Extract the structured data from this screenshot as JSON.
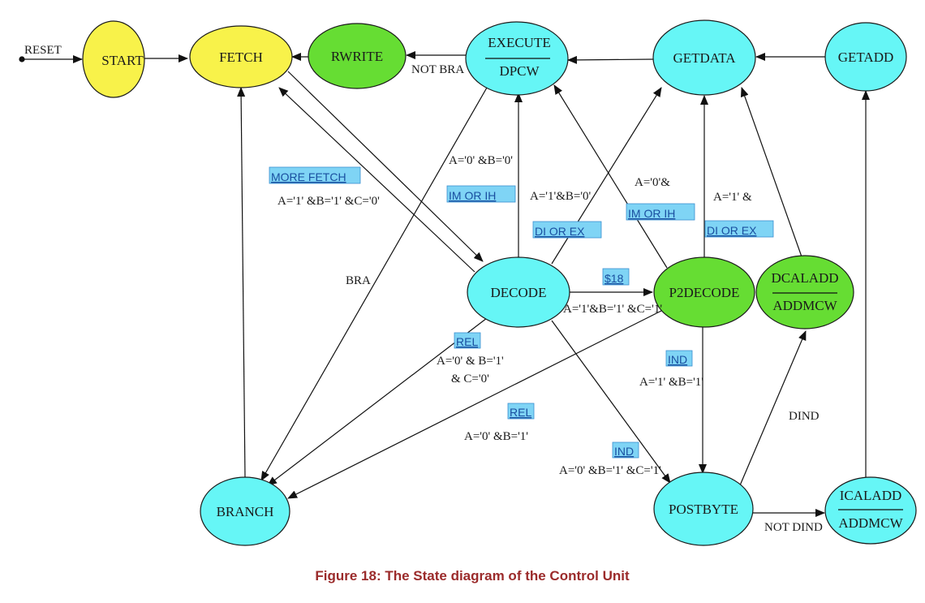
{
  "colors": {
    "start": "#f8f24a",
    "fetch": "#f8f24a",
    "cyan": "#66f6f6",
    "green": "#66dd33",
    "tag_fill": "#7fd4f5",
    "caption": "#9b2b2b"
  },
  "nodes": {
    "start": "START",
    "fetch": "FETCH",
    "rwrite": "RWRITE",
    "execute_top": "EXECUTE",
    "execute_bottom": "DPCW",
    "getdata": "GETDATA",
    "getadd": "GETADD",
    "decode": "DECODE",
    "p2decode": "P2DECODE",
    "dcaladd_top": "DCALADD",
    "dcaladd_bottom": "ADDMCW",
    "branch": "BRANCH",
    "postbyte": "POSTBYTE",
    "icaladd_top": "ICALADD",
    "icaladd_bottom": "ADDMCW"
  },
  "edge_labels": {
    "reset": "RESET",
    "not_bra": "NOT BRA",
    "a0_b0": "A='0' &B='0'",
    "a1_b1_c0": "A='1' &B='1' &C='0'",
    "a1_b0": "A='1'&B='0'",
    "a0_amp": "A='0'&",
    "a1_amp": "A='1' &",
    "bra": "BRA",
    "a1_b1_c1": "A='1'&B='1' &C='1'",
    "a0_b1_line1": "A='0' & B='1'",
    "a0_b1_line2": "& C='0'",
    "a1_b1": "A='1' &B='1'",
    "dind": "DIND",
    "a0_b1": "A='0' &B='1'",
    "a0_b1_c1": "A='0' &B='1' &C='1'",
    "not_dind": "NOT DIND"
  },
  "tags": {
    "more_fetch": "MORE FETCH",
    "im_or_ih_1": "IM OR IH",
    "di_or_ex_1": "DI OR EX",
    "im_or_ih_2": "IM OR IH",
    "di_or_ex_2": "DI OR EX",
    "s18": "$18",
    "rel_1": "REL",
    "rel_2": "REL",
    "ind_1": "IND",
    "ind_2": "IND"
  },
  "caption": "Figure 18: The State diagram of the Control Unit"
}
